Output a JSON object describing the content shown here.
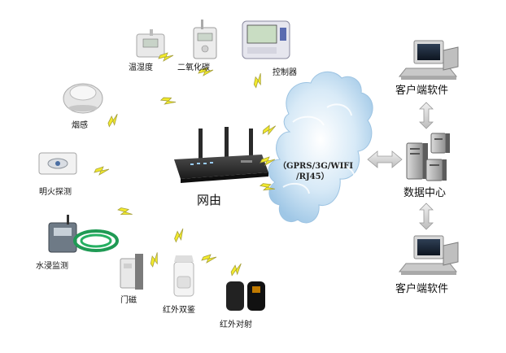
{
  "labels": {
    "humidity": "温湿度",
    "co2": "二氧化碳",
    "controller": "控制器",
    "smoke": "烟感",
    "flame": "明火探测",
    "water": "水浸监测",
    "door": "门磁",
    "ir_dual": "红外双鉴",
    "ir_beam": "红外对射",
    "router": "网由",
    "client_top": "客户端软件",
    "datacenter": "数据中心",
    "client_bottom": "客户端软件"
  },
  "cloud": {
    "line1": "（GPRS/3G/WIFI",
    "line2": "/RJ45）"
  },
  "icons": {
    "humidity": "humidity-sensor-icon",
    "co2": "co2-sensor-icon",
    "controller": "controller-icon",
    "smoke": "smoke-detector-icon",
    "flame": "flame-detector-icon",
    "water": "water-leak-sensor-icon",
    "door": "door-magnet-icon",
    "ir_dual": "ir-dual-detector-icon",
    "ir_beam": "ir-beam-detector-icon",
    "router": "router-icon",
    "computer": "computer-icon",
    "server": "server-icon"
  },
  "colors": {
    "lightning": "#f2ea2c",
    "lightning_stroke": "#a7a13a",
    "cloud": "#bcd9ef",
    "arrow": "#cfcfcf"
  }
}
